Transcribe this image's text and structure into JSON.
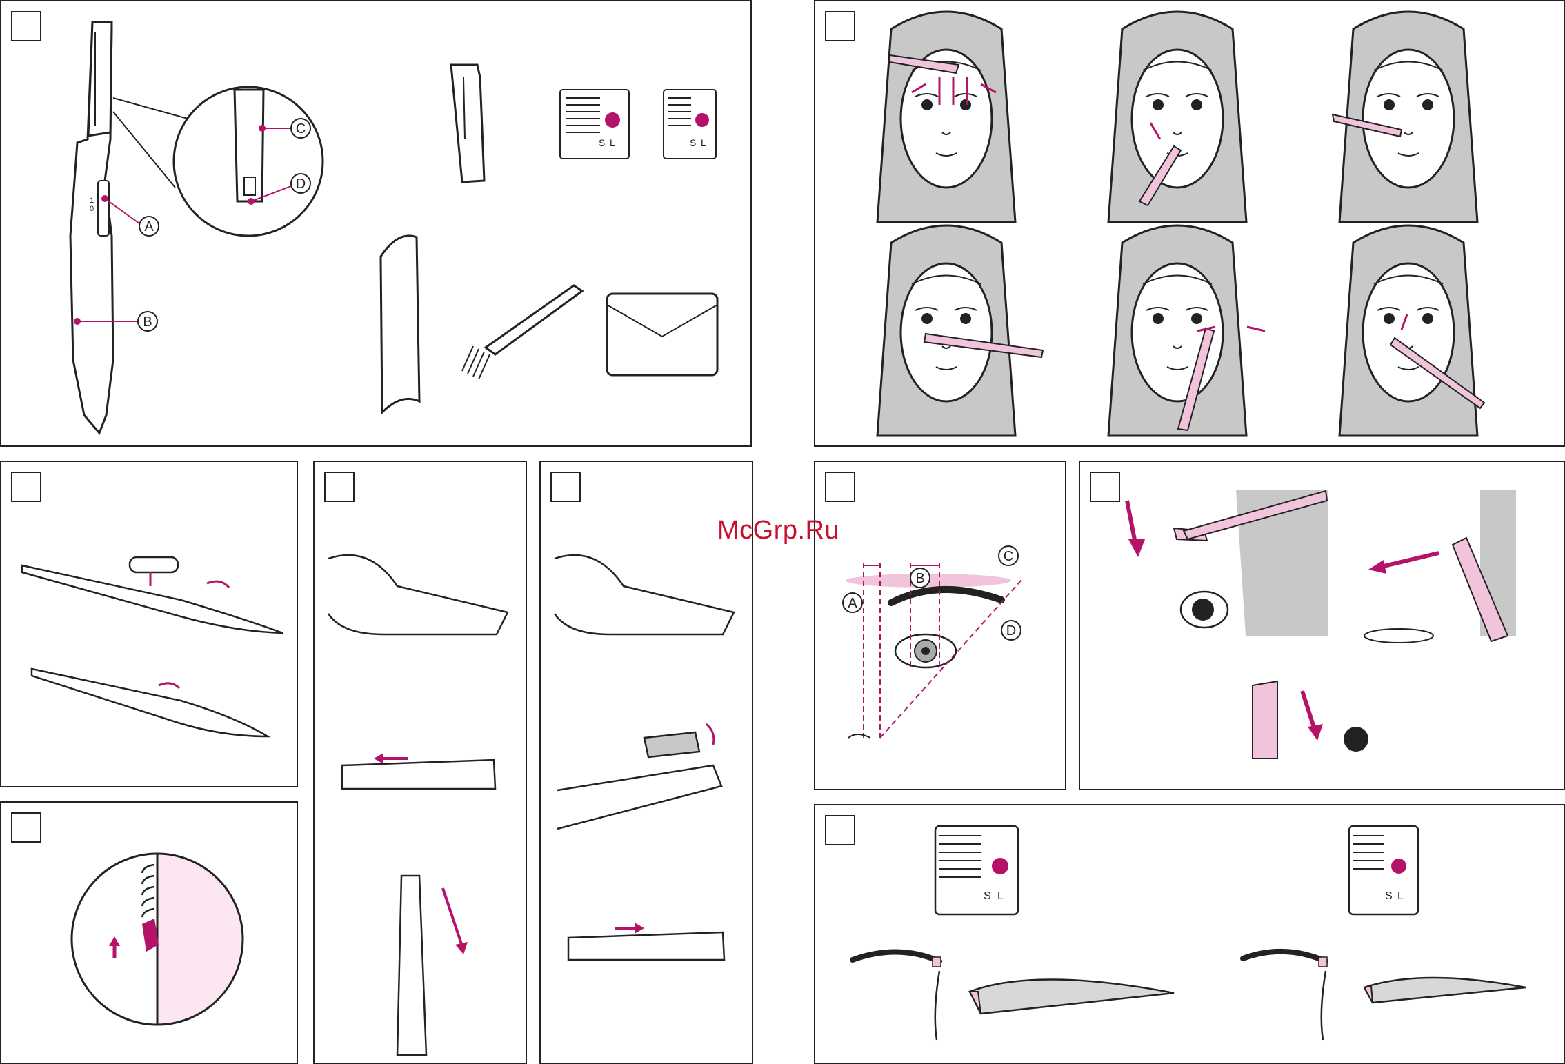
{
  "watermark": "McGrp.Ru",
  "colors": {
    "magenta": "#b5126a",
    "pink_light": "#f2c4dc",
    "pink_pale": "#fbe6f1",
    "hair_gray": "#c8c8c8",
    "line": "#222222"
  },
  "panel1": {
    "callouts": [
      "A",
      "B",
      "C",
      "D"
    ],
    "switch_marks": [
      "1",
      "0"
    ],
    "card_marks": [
      "S",
      "L"
    ]
  },
  "panel_brow": {
    "callouts": [
      "A",
      "B",
      "C",
      "D"
    ]
  },
  "panel_comb": {
    "card_marks": [
      "S",
      "L"
    ]
  }
}
